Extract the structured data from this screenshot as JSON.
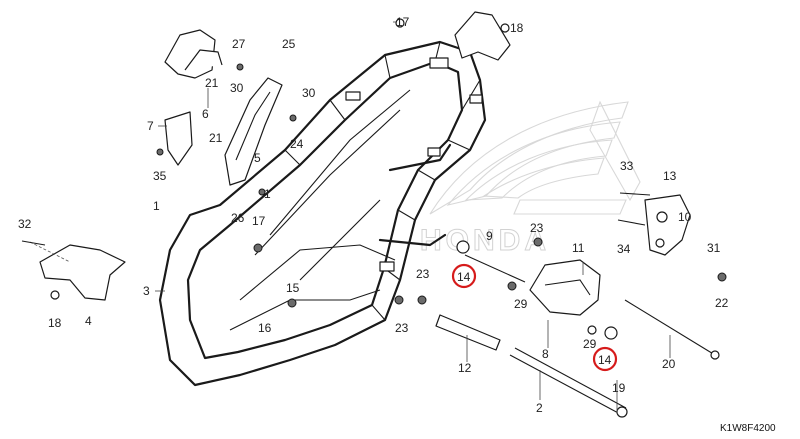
{
  "watermark": {
    "brand": "HONDA"
  },
  "diagram_ref": "K1W8F4200",
  "callouts": {
    "c1a": "1",
    "c1b": "1",
    "c2": "2",
    "c3": "3",
    "c4": "4",
    "c5": "5",
    "c6": "6",
    "c7": "7",
    "c8": "8",
    "c9": "9",
    "c10": "10",
    "c11": "11",
    "c12": "12",
    "c13": "13",
    "c14a": "14",
    "c14b": "14",
    "c15": "15",
    "c16": "16",
    "c17a": "17",
    "c17b": "17",
    "c18a": "18",
    "c18b": "18",
    "c19": "19",
    "c20": "20",
    "c21a": "21",
    "c21b": "21",
    "c22": "22",
    "c23a": "23",
    "c23b": "23",
    "c23c": "23",
    "c24": "24",
    "c25": "25",
    "c26": "26",
    "c27": "27",
    "c29a": "29",
    "c29b": "29",
    "c30a": "30",
    "c30b": "30",
    "c31": "31",
    "c32": "32",
    "c33": "33",
    "c34": "34",
    "c35": "35"
  },
  "highlight": {
    "color": "#d61b1b"
  }
}
